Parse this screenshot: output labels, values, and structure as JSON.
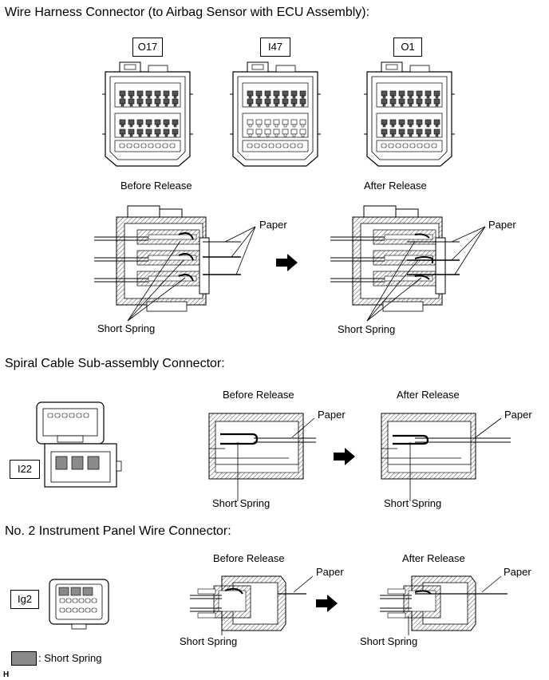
{
  "sections": [
    {
      "heading": "Wire Harness Connector (to Airbag Sensor with ECU Assembly):",
      "connectors": [
        "O17",
        "I47",
        "O1"
      ],
      "before_label": "Before Release",
      "after_label": "After Release",
      "paper_label": "Paper",
      "spring_label": "Short Spring"
    },
    {
      "heading": "Spiral Cable Sub-assembly Connector:",
      "connector": "I22",
      "before_label": "Before Release",
      "after_label": "After Release",
      "paper_label": "Paper",
      "spring_label": "Short Spring"
    },
    {
      "heading": "No. 2 Instrument Panel Wire Connector:",
      "connector": "Ig2",
      "before_label": "Before Release",
      "after_label": "After Release",
      "paper_label": "Paper",
      "spring_label": "Short Spring"
    }
  ],
  "legend": {
    "swatch_color": "#8a8a8a",
    "label": ": Short Spring"
  },
  "corner_mark": "H"
}
